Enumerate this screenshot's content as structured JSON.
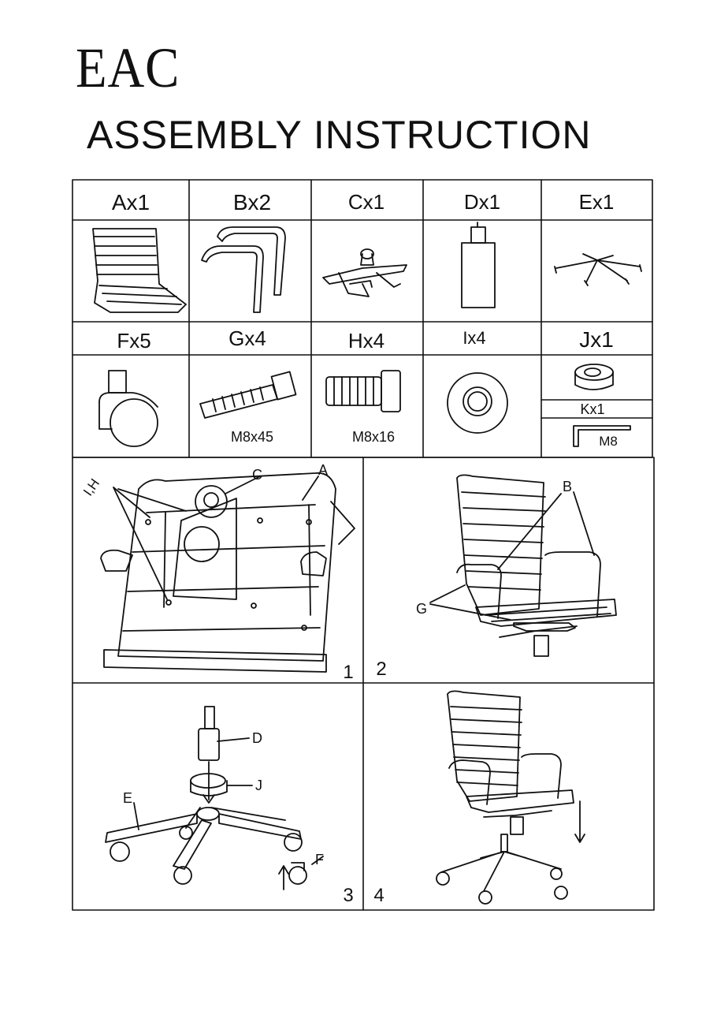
{
  "brand": "EAC",
  "title": "ASSEMBLY INSTRUCTION",
  "parts_row1": [
    "Ax1",
    "Bx2",
    "Cx1",
    "Dx1",
    "Ex1"
  ],
  "parts_row2": [
    "Fx5",
    "Gx4",
    "Hx4",
    "Ix4",
    "Jx1"
  ],
  "bolt_sizes": {
    "g": "M8x45",
    "h": "M8x16"
  },
  "k_part": {
    "label": "Kx1",
    "size": "M8"
  },
  "steps": {
    "step1": {
      "number": "1",
      "callouts": [
        "C",
        "A",
        "I,H"
      ]
    },
    "step2": {
      "number": "2",
      "callouts": [
        "B",
        "G"
      ]
    },
    "step3": {
      "number": "3",
      "callouts": [
        "D",
        "J",
        "E",
        "F"
      ]
    },
    "step4": {
      "number": "4"
    }
  }
}
